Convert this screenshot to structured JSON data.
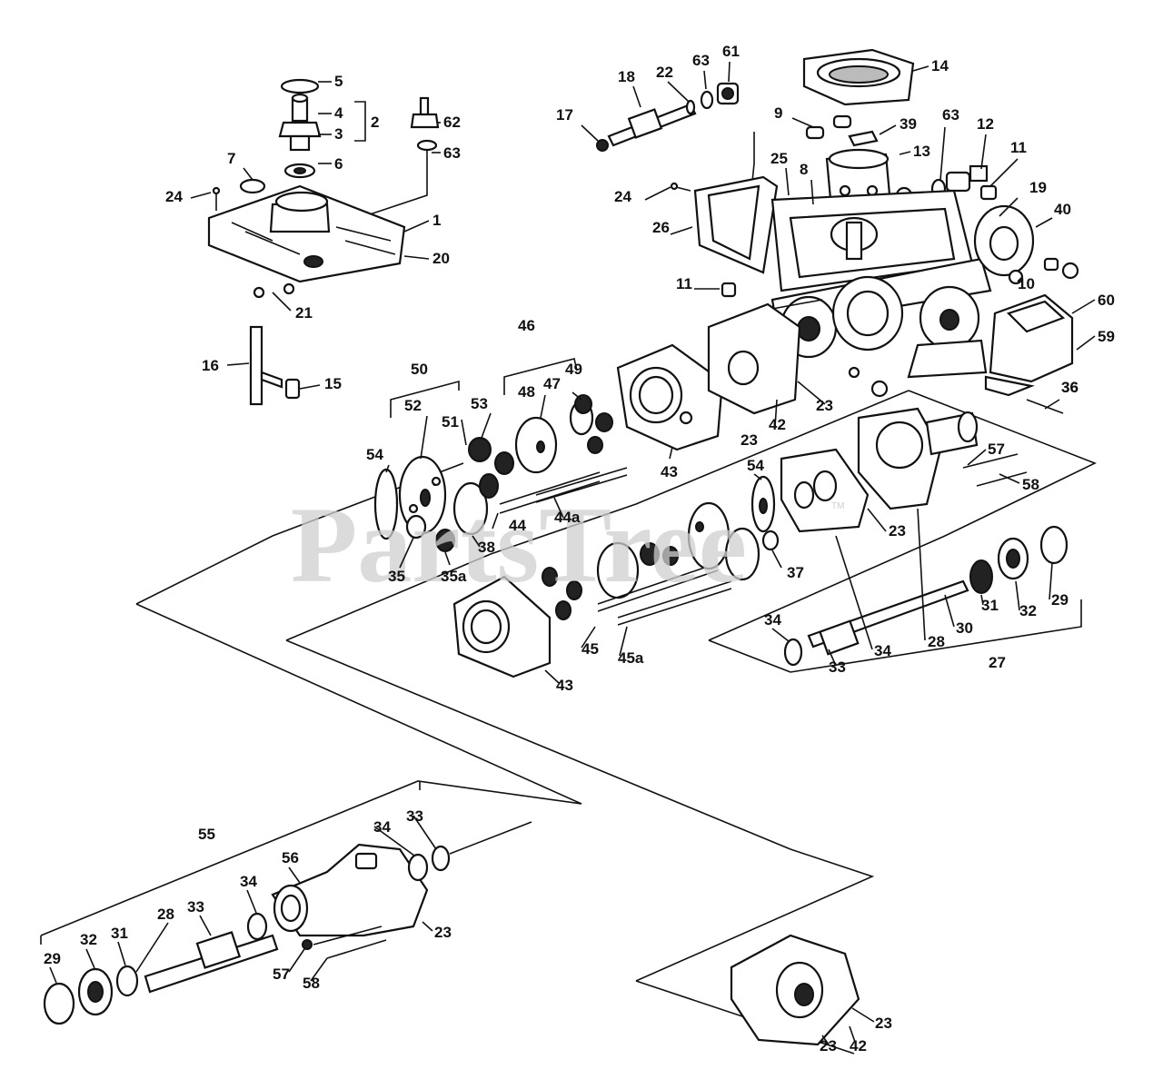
{
  "watermark": {
    "text": "PartsTree",
    "tm": "TM"
  },
  "callouts": [
    {
      "label": "5"
    },
    {
      "label": "4"
    },
    {
      "label": "2"
    },
    {
      "label": "3"
    },
    {
      "label": "62"
    },
    {
      "label": "63"
    },
    {
      "label": "6"
    },
    {
      "label": "7"
    },
    {
      "label": "24"
    },
    {
      "label": "1"
    },
    {
      "label": "20"
    },
    {
      "label": "21"
    },
    {
      "label": "16"
    },
    {
      "label": "15"
    },
    {
      "label": "18"
    },
    {
      "label": "22"
    },
    {
      "label": "63"
    },
    {
      "label": "61"
    },
    {
      "label": "14"
    },
    {
      "label": "17"
    },
    {
      "label": "9"
    },
    {
      "label": "39"
    },
    {
      "label": "63"
    },
    {
      "label": "12"
    },
    {
      "label": "13"
    },
    {
      "label": "11"
    },
    {
      "label": "24"
    },
    {
      "label": "25"
    },
    {
      "label": "8"
    },
    {
      "label": "19"
    },
    {
      "label": "26"
    },
    {
      "label": "40"
    },
    {
      "label": "11"
    },
    {
      "label": "10"
    },
    {
      "label": "60"
    },
    {
      "label": "59"
    },
    {
      "label": "46"
    },
    {
      "label": "50"
    },
    {
      "label": "49"
    },
    {
      "label": "48"
    },
    {
      "label": "47"
    },
    {
      "label": "53"
    },
    {
      "label": "52"
    },
    {
      "label": "51"
    },
    {
      "label": "23"
    },
    {
      "label": "42"
    },
    {
      "label": "23"
    },
    {
      "label": "36"
    },
    {
      "label": "54"
    },
    {
      "label": "43"
    },
    {
      "label": "44"
    },
    {
      "label": "44a"
    },
    {
      "label": "38"
    },
    {
      "label": "35"
    },
    {
      "label": "35a"
    },
    {
      "label": "54"
    },
    {
      "label": "57"
    },
    {
      "label": "58"
    },
    {
      "label": "23"
    },
    {
      "label": "37"
    },
    {
      "label": "36"
    },
    {
      "label": "29"
    },
    {
      "label": "32"
    },
    {
      "label": "31"
    },
    {
      "label": "30"
    },
    {
      "label": "34"
    },
    {
      "label": "33"
    },
    {
      "label": "34"
    },
    {
      "label": "28"
    },
    {
      "label": "27"
    },
    {
      "label": "45"
    },
    {
      "label": "45a"
    },
    {
      "label": "43"
    },
    {
      "label": "55"
    },
    {
      "label": "34"
    },
    {
      "label": "33"
    },
    {
      "label": "56"
    },
    {
      "label": "34"
    },
    {
      "label": "33"
    },
    {
      "label": "28"
    },
    {
      "label": "31"
    },
    {
      "label": "32"
    },
    {
      "label": "29"
    },
    {
      "label": "23"
    },
    {
      "label": "57"
    },
    {
      "label": "58"
    },
    {
      "label": "23"
    },
    {
      "label": "23"
    },
    {
      "label": "42"
    }
  ]
}
